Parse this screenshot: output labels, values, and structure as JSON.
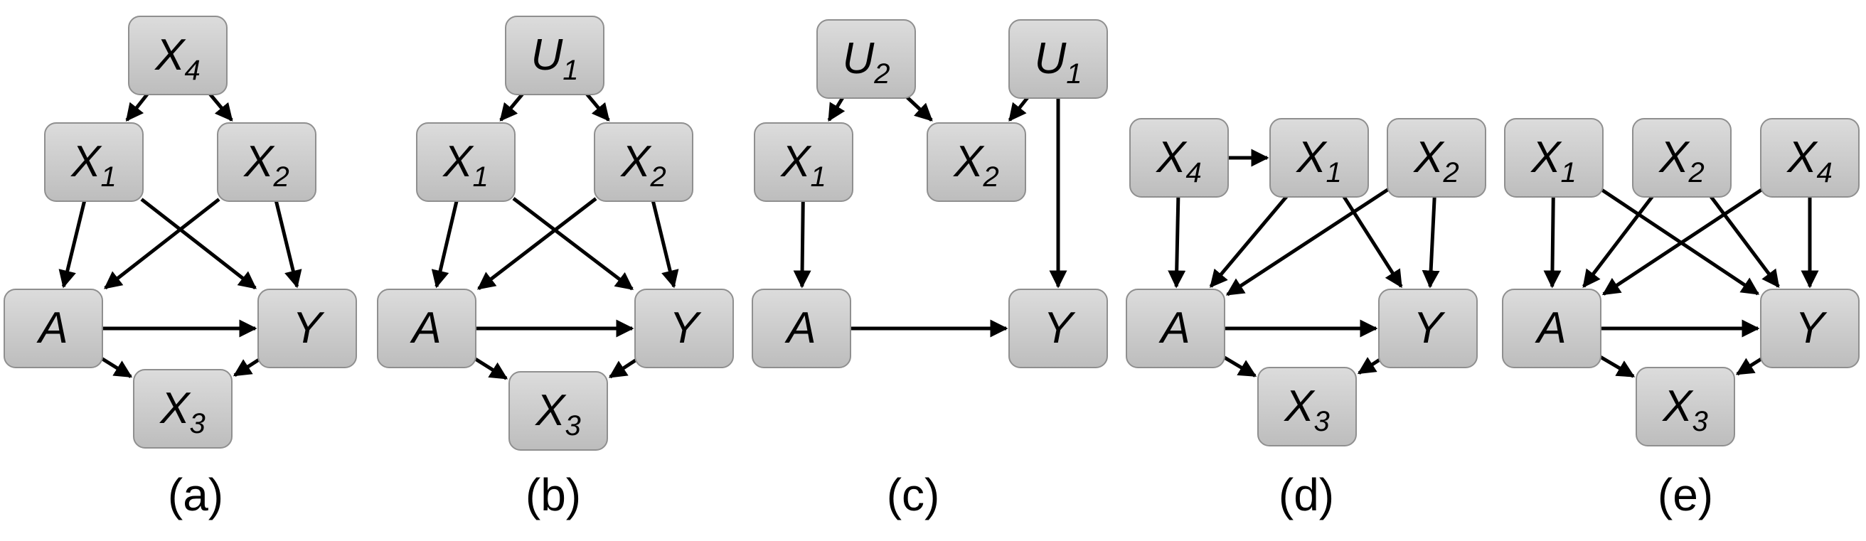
{
  "panels": [
    {
      "caption": "(a)",
      "nodes": [
        {
          "id": "X4",
          "base": "X",
          "sub": "4"
        },
        {
          "id": "X1",
          "base": "X",
          "sub": "1"
        },
        {
          "id": "X2",
          "base": "X",
          "sub": "2"
        },
        {
          "id": "A",
          "base": "A",
          "sub": ""
        },
        {
          "id": "Y",
          "base": "Y",
          "sub": ""
        },
        {
          "id": "X3",
          "base": "X",
          "sub": "3"
        }
      ],
      "edges": [
        [
          "X4",
          "X1"
        ],
        [
          "X4",
          "X2"
        ],
        [
          "X1",
          "A"
        ],
        [
          "X1",
          "Y"
        ],
        [
          "X2",
          "A"
        ],
        [
          "X2",
          "Y"
        ],
        [
          "A",
          "Y"
        ],
        [
          "A",
          "X3"
        ],
        [
          "Y",
          "X3"
        ]
      ]
    },
    {
      "caption": "(b)",
      "nodes": [
        {
          "id": "U1",
          "base": "U",
          "sub": "1"
        },
        {
          "id": "X1",
          "base": "X",
          "sub": "1"
        },
        {
          "id": "X2",
          "base": "X",
          "sub": "2"
        },
        {
          "id": "A",
          "base": "A",
          "sub": ""
        },
        {
          "id": "Y",
          "base": "Y",
          "sub": ""
        },
        {
          "id": "X3",
          "base": "X",
          "sub": "3"
        }
      ],
      "edges": [
        [
          "U1",
          "X1"
        ],
        [
          "U1",
          "X2"
        ],
        [
          "X1",
          "A"
        ],
        [
          "X1",
          "Y"
        ],
        [
          "X2",
          "A"
        ],
        [
          "X2",
          "Y"
        ],
        [
          "A",
          "Y"
        ],
        [
          "A",
          "X3"
        ],
        [
          "Y",
          "X3"
        ]
      ]
    },
    {
      "caption": "(c)",
      "nodes": [
        {
          "id": "U2",
          "base": "U",
          "sub": "2"
        },
        {
          "id": "U1",
          "base": "U",
          "sub": "1"
        },
        {
          "id": "X1",
          "base": "X",
          "sub": "1"
        },
        {
          "id": "X2",
          "base": "X",
          "sub": "2"
        },
        {
          "id": "A",
          "base": "A",
          "sub": ""
        },
        {
          "id": "Y",
          "base": "Y",
          "sub": ""
        }
      ],
      "edges": [
        [
          "U2",
          "X1"
        ],
        [
          "U2",
          "X2"
        ],
        [
          "U1",
          "X2"
        ],
        [
          "U1",
          "Y"
        ],
        [
          "X1",
          "A"
        ],
        [
          "A",
          "Y"
        ]
      ]
    },
    {
      "caption": "(d)",
      "nodes": [
        {
          "id": "X4",
          "base": "X",
          "sub": "4"
        },
        {
          "id": "X1",
          "base": "X",
          "sub": "1"
        },
        {
          "id": "X2",
          "base": "X",
          "sub": "2"
        },
        {
          "id": "A",
          "base": "A",
          "sub": ""
        },
        {
          "id": "Y",
          "base": "Y",
          "sub": ""
        },
        {
          "id": "X3",
          "base": "X",
          "sub": "3"
        }
      ],
      "edges": [
        [
          "X4",
          "X1"
        ],
        [
          "X4",
          "A"
        ],
        [
          "X1",
          "A"
        ],
        [
          "X1",
          "Y"
        ],
        [
          "X2",
          "A"
        ],
        [
          "X2",
          "Y"
        ],
        [
          "A",
          "Y"
        ],
        [
          "A",
          "X3"
        ],
        [
          "Y",
          "X3"
        ]
      ]
    },
    {
      "caption": "(e)",
      "nodes": [
        {
          "id": "X1",
          "base": "X",
          "sub": "1"
        },
        {
          "id": "X2",
          "base": "X",
          "sub": "2"
        },
        {
          "id": "X4",
          "base": "X",
          "sub": "4"
        },
        {
          "id": "A",
          "base": "A",
          "sub": ""
        },
        {
          "id": "Y",
          "base": "Y",
          "sub": ""
        },
        {
          "id": "X3",
          "base": "X",
          "sub": "3"
        }
      ],
      "edges": [
        [
          "X1",
          "A"
        ],
        [
          "X1",
          "Y"
        ],
        [
          "X2",
          "A"
        ],
        [
          "X2",
          "Y"
        ],
        [
          "X4",
          "A"
        ],
        [
          "X4",
          "Y"
        ],
        [
          "A",
          "Y"
        ],
        [
          "A",
          "X3"
        ],
        [
          "Y",
          "X3"
        ]
      ]
    }
  ]
}
